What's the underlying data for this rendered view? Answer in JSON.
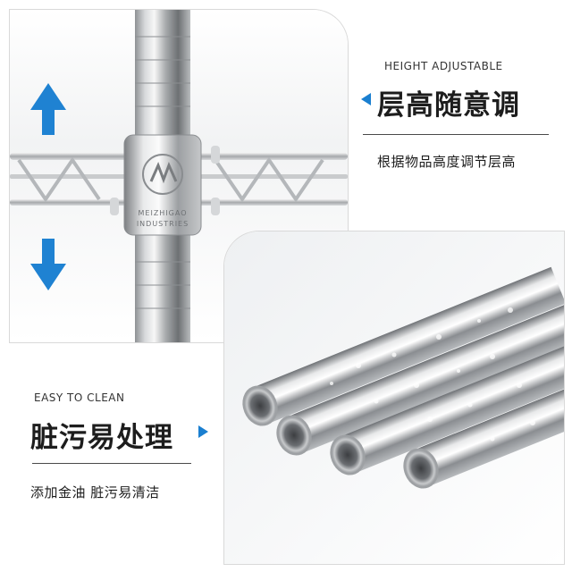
{
  "section_top": {
    "english_title": "HEIGHT ADJUSTABLE",
    "chinese_title": "层高随意调",
    "description": "根据物品高度调节层高",
    "photo": {
      "collar_engraving_top": "MEIZHIGAO",
      "collar_engraving_bottom": "INDUSTRIES",
      "arrow_up": "up-arrow-icon",
      "arrow_down": "down-arrow-icon"
    }
  },
  "section_bottom": {
    "english_title": "EASY TO CLEAN",
    "chinese_title": "脏污易处理",
    "description": "添加金油 脏污易清洁"
  },
  "colors": {
    "accent_blue": "#1a7fd0",
    "arrow_blue": "#1f82d2",
    "text": "#1d1d1d",
    "rule": "#4a4a4a"
  }
}
